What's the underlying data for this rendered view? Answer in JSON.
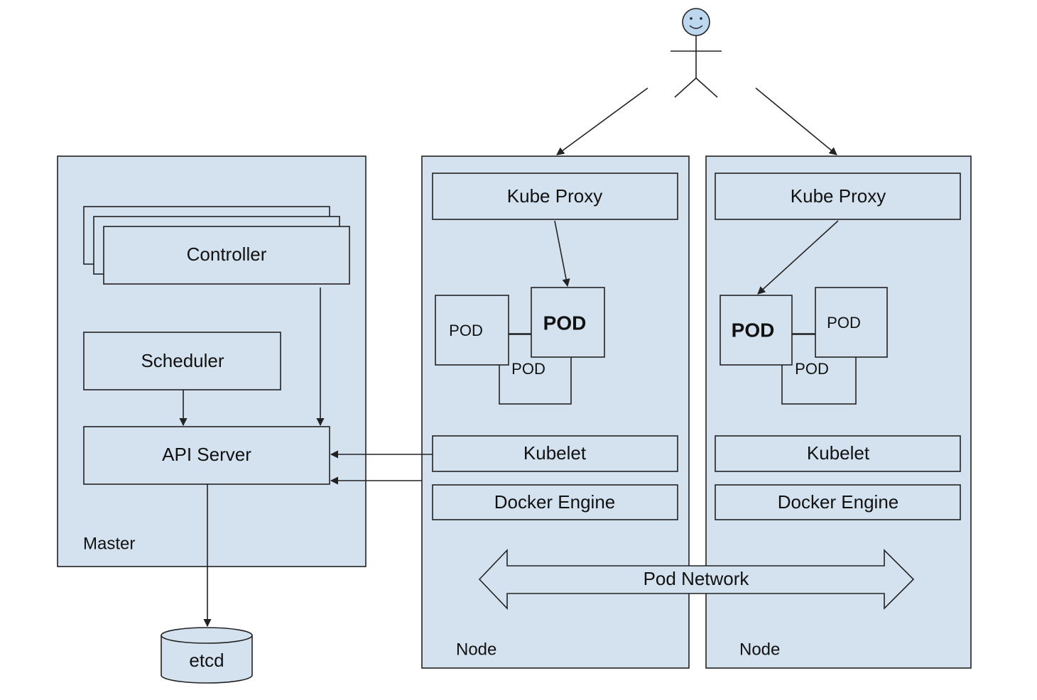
{
  "diagram": {
    "colors": {
      "box_fill": "#d4e2ef",
      "line": "#222222",
      "face": "#bdd7ee"
    },
    "user": {
      "icon": "stick-figure-user-icon"
    },
    "master": {
      "label": "Master",
      "controller": "Controller",
      "scheduler": "Scheduler",
      "api_server": "API Server"
    },
    "etcd": "etcd",
    "nodes": [
      {
        "label": "Node",
        "kube_proxy": "Kube Proxy",
        "pods": [
          "POD",
          "POD",
          "POD"
        ],
        "kubelet": "Kubelet",
        "docker_engine": "Docker Engine"
      },
      {
        "label": "Node",
        "kube_proxy": "Kube Proxy",
        "pods": [
          "POD",
          "POD",
          "POD"
        ],
        "kubelet": "Kubelet",
        "docker_engine": "Docker Engine"
      }
    ],
    "pod_network": "Pod Network"
  }
}
